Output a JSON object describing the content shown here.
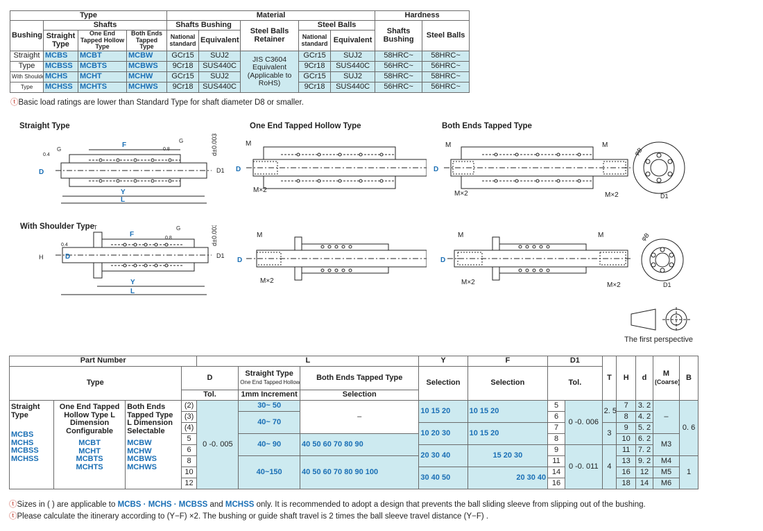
{
  "material_table": {
    "h_type": "Type",
    "h_shafts": "Shafts",
    "h_bushing": "Bushing",
    "h_straight": "Straight Type",
    "h_one_end": "One End Tapped Hollow Type",
    "h_both_ends": "Both Ends Tapped Type",
    "h_material": "Material",
    "h_shafts_bushing": "Shafts Bushing",
    "h_national": "National standard",
    "h_equivalent": "Equivalent",
    "h_steel_balls_retainer": "Steel Balls Retainer",
    "h_steel_balls": "Steel Balls",
    "h_hardness": "Hardness",
    "h_shafts_bushing2": "Shafts Bushing",
    "h_steel_balls2": "Steel Balls",
    "retainer_value": "JIS C3604 Equivalent (Applicable to RoHS)",
    "rows": [
      {
        "bushing": "Straight",
        "s": "MCBS",
        "o": "MCBT",
        "b": "MCBW",
        "n1": "GCr15",
        "e1": "SUJ2",
        "n2": "GCr15",
        "e2": "SUJ2",
        "h1": "58HRC~",
        "h2": "58HRC~"
      },
      {
        "bushing": "Type",
        "s": "MCBSS",
        "o": "MCBTS",
        "b": "MCBWS",
        "n1": "9Cr18",
        "e1": "SUS440C",
        "n2": "9Cr18",
        "e2": "SUS440C",
        "h1": "56HRC~",
        "h2": "56HRC~"
      },
      {
        "bushing": "With Shoulder",
        "s": "MCHS",
        "o": "MCHT",
        "b": "MCHW",
        "n1": "GCr15",
        "e1": "SUJ2",
        "n2": "GCr15",
        "e2": "SUJ2",
        "h1": "58HRC~",
        "h2": "58HRC~"
      },
      {
        "bushing": "Type",
        "s": "MCHSS",
        "o": "MCHTS",
        "b": "MCHWS",
        "n1": "9Cr18",
        "e1": "SUS440C",
        "n2": "9Cr18",
        "e2": "SUS440C",
        "h1": "56HRC~",
        "h2": "56HRC~"
      }
    ],
    "note": "Basic load ratings are lower than Standard Type for shaft diameter D8 or smaller."
  },
  "drawings": {
    "straight_type": "Straight Type",
    "one_end": "One End Tapped Hollow Type",
    "both_ends": "Both Ends Tapped Type",
    "with_shoulder": "With Shoulder Type",
    "first_perspective": "The first perspective",
    "lbl_F": "F",
    "lbl_G": "G",
    "lbl_D": "D",
    "lbl_D1": "D1",
    "lbl_Y": "Y",
    "lbl_L": "L",
    "lbl_M": "M",
    "lbl_Mx2": "M×2",
    "lbl_H": "H",
    "lbl_T": "T",
    "lbl_phiB": "φB",
    "lbl_tol": "d±0.003",
    "lbl_04": "0.4",
    "lbl_08": "0.8"
  },
  "part_table": {
    "h_part_number": "Part Number",
    "h_type": "Type",
    "h_D": "D",
    "h_tol": "Tol.",
    "h_L": "L",
    "h_straight_type": "Straight Type",
    "h_one_end_hollow": "One End Tapped Hollow Type",
    "h_both_ends_tapped": "Both Ends Tapped Type",
    "h_1mm": "1mm Increment",
    "h_selection": "Selection",
    "h_Y": "Y",
    "h_F": "F",
    "h_D1": "D1",
    "h_D1_tol": "Tol.",
    "h_T": "T",
    "h_H": "H",
    "h_d": "d",
    "h_M": "M",
    "h_M_coarse": "(Coarse)",
    "h_B": "B",
    "types": {
      "c1_title": "Straight Type",
      "c2_title": "One End Tapped Hollow Type L Dimension Configurable",
      "c3_title": "Both Ends Tapped Type L Dimension Selectable",
      "c1_codes": [
        "MCBS",
        "MCHS",
        "MCBSS",
        "MCHSS"
      ],
      "c2_codes": [
        "MCBT",
        "MCHT",
        "MCBTS",
        "MCHTS"
      ],
      "c3_codes": [
        "MCBW",
        "MCHW",
        "MCBWS",
        "MCHWS"
      ]
    },
    "D_values": [
      "(2)",
      "(3)",
      "(4)",
      "5",
      "6",
      "8",
      "10",
      "12"
    ],
    "D_tol": "0 -0. 005",
    "L_straight": [
      "30~ 50",
      "40~ 70",
      "40~ 90",
      "40~150"
    ],
    "L_both_dash": "–",
    "L_both_1": "40  50  60  70  80  90",
    "L_both_2": "40  50  60  70  80  90  100",
    "Y_values": [
      "10  15  20",
      "10  20  30",
      "20  30  40",
      "30  40  50"
    ],
    "F_values": [
      "10  15  20",
      "10  15  20",
      "15  20  30",
      "20  30  40"
    ],
    "D1_values": [
      "5",
      "6",
      "7",
      "8",
      "9",
      "11",
      "14",
      "16"
    ],
    "D1_tol_1": "0 -0. 006",
    "D1_tol_2": "0 -0. 011",
    "T_values": [
      "2. 5",
      "3",
      "4"
    ],
    "H_values": [
      "7",
      "8",
      "9",
      "10",
      "11",
      "13",
      "16",
      "18"
    ],
    "d_values": [
      "3. 2",
      "4. 2",
      "5. 2",
      "6. 2",
      "7. 2",
      "9. 2",
      "12",
      "14"
    ],
    "M_values": [
      "–",
      "M3",
      "M4",
      "M5",
      "M6"
    ],
    "B_values": [
      "0. 6",
      "1"
    ],
    "note1_pre": "Sizes in ( ) are applicable to",
    "note1_codes": "MCBS · MCHS · MCBSS",
    "note1_and": "and",
    "note1_code2": "MCHSS",
    "note1_post": "only.   It is recommended to adopt a design that prevents the ball sliding sleeve from slipping out of the bushing.",
    "note2": "Please calculate the itinerary according to (Y−F) ×2.  The bushing or guide shaft travel is 2 times the ball sleeve travel distance (Y−F) ."
  }
}
